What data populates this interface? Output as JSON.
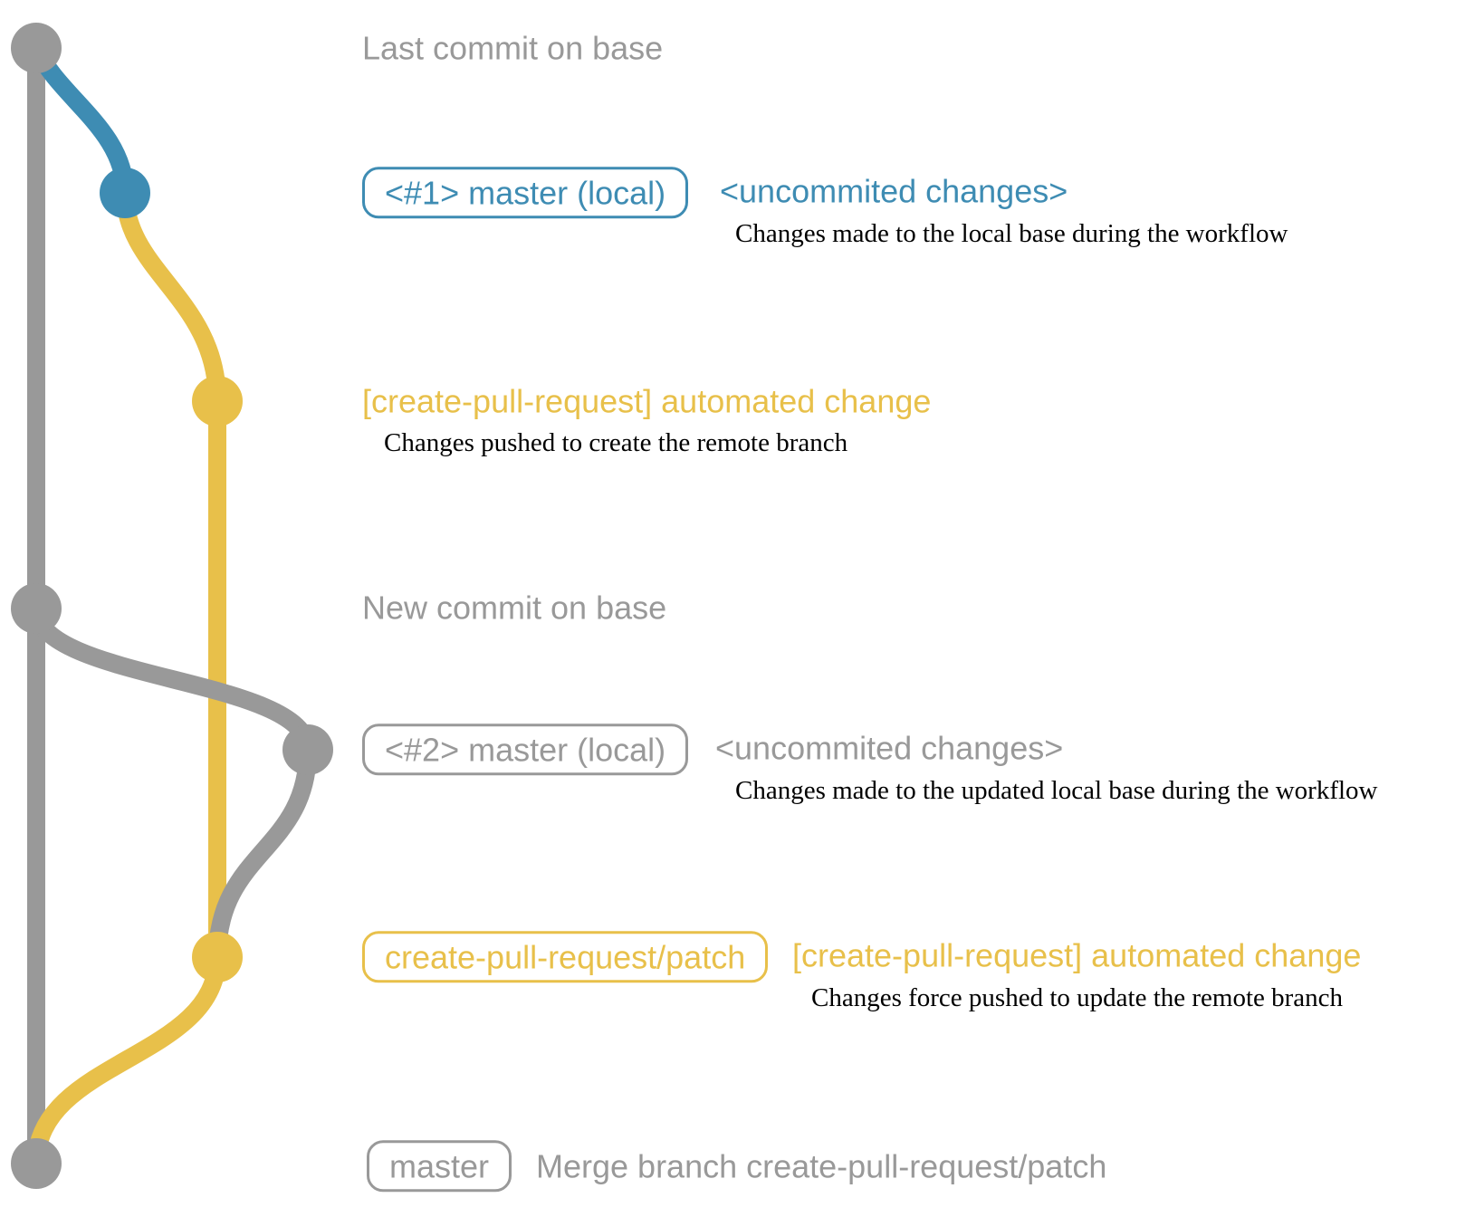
{
  "colors": {
    "gray": "#999999",
    "blue": "#3e8cb3",
    "yellow": "#e8c04a",
    "ink": "#000000",
    "background": "#ffffff"
  },
  "graph": {
    "branches": [
      {
        "name": "base (master remote)",
        "color_key": "gray"
      },
      {
        "name": "master (local)",
        "color_key": "blue"
      },
      {
        "name": "create-pull-request/patch",
        "color_key": "yellow"
      }
    ],
    "commits": [
      {
        "name": "last-commit-on-base",
        "color_key": "gray"
      },
      {
        "name": "uncommited-changes-1",
        "color_key": "blue"
      },
      {
        "name": "automated-change-1",
        "color_key": "yellow"
      },
      {
        "name": "new-commit-on-base",
        "color_key": "gray"
      },
      {
        "name": "uncommited-changes-2",
        "color_key": "gray"
      },
      {
        "name": "automated-change-2",
        "color_key": "yellow"
      },
      {
        "name": "merge-commit",
        "color_key": "gray"
      }
    ]
  },
  "rows": {
    "last_commit": {
      "label": "Last commit on base"
    },
    "local1": {
      "badge": "<#1> master (local)",
      "note": "<uncommited changes>",
      "desc": "Changes made to the local base during the workflow"
    },
    "auto1": {
      "label": "[create-pull-request] automated change",
      "desc": "Changes pushed to create the remote branch"
    },
    "new_commit": {
      "label": "New commit on base"
    },
    "local2": {
      "badge": "<#2> master (local)",
      "note": "<uncommited changes>",
      "desc": "Changes made to the updated local base during the workflow"
    },
    "auto2": {
      "badge": "create-pull-request/patch",
      "note": "[create-pull-request] automated change",
      "desc": "Changes force pushed to update the remote branch"
    },
    "merge": {
      "badge": "master",
      "note": "Merge branch create-pull-request/patch"
    }
  }
}
